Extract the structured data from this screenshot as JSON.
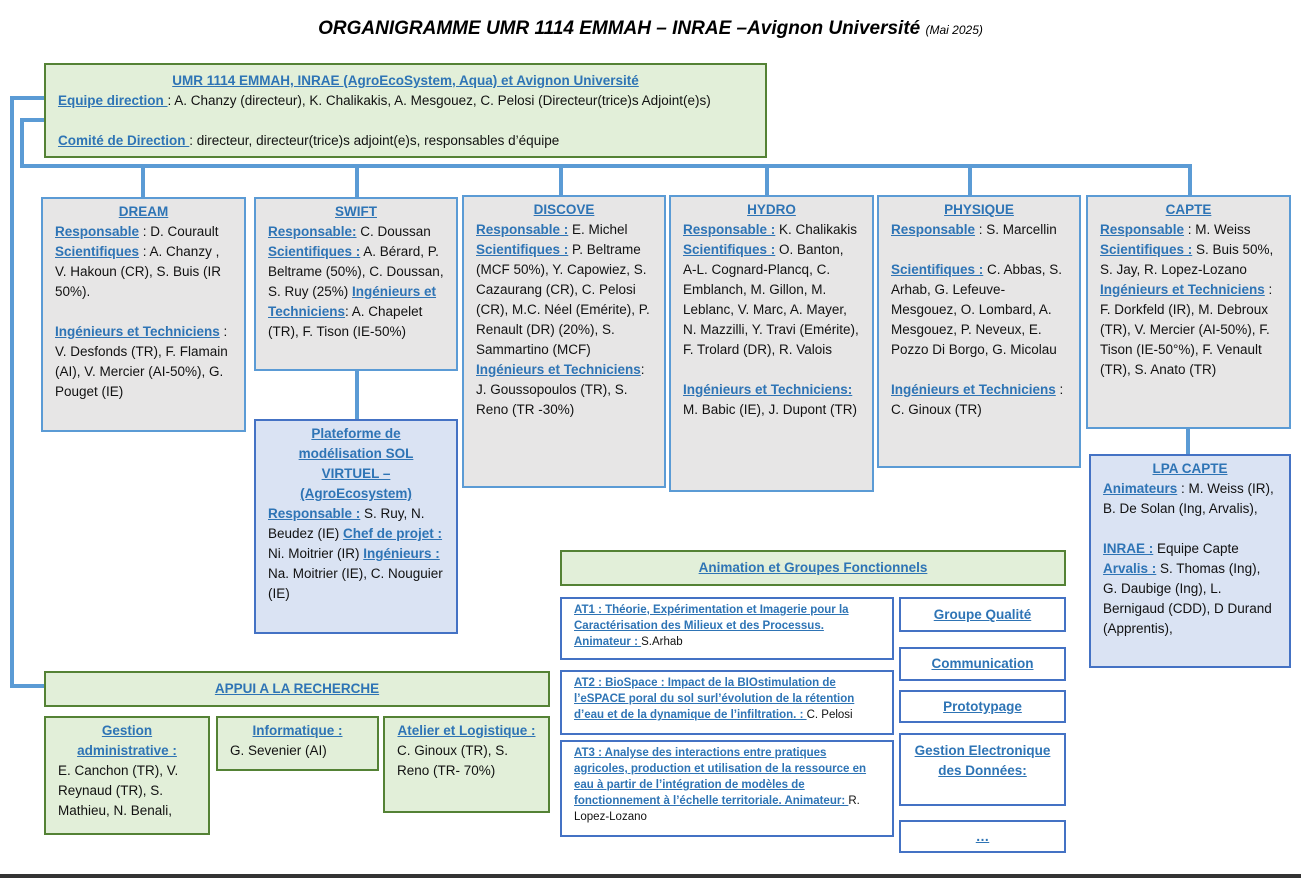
{
  "title": {
    "main": "ORGANIGRAMME UMR 1114 EMMAH – INRAE –Avignon Université",
    "date": "(Mai 2025)"
  },
  "boxes": [
    {
      "id": "umr",
      "head": "UMR 1114 EMMAH, INRAE (AgroEcoSystem, Aqua) et Avignon Université",
      "paras": [
        [
          {
            "l": "Equipe direction "
          },
          {
            "t": " : A. Chanzy (directeur), K. Chalikakis, A. Mesgouez, C. Pelosi (Directeur(trice)s Adjoint(e)s)"
          }
        ],
        [
          {
            "l": "Comité de Direction "
          },
          {
            "t": ": directeur, directeur(trice)s adjoint(e)s, responsables d’équipe"
          }
        ]
      ]
    },
    {
      "id": "dream",
      "head": "DREAM",
      "paras": [
        [
          {
            "l": "Responsable"
          },
          {
            "t": " : D. Courault "
          },
          {
            "l": "Scientifiques"
          },
          {
            "t": " : A. Chanzy , V. Hakoun (CR), S. Buis (IR 50%)."
          }
        ],
        [
          {
            "l": "Ingénieurs et Techniciens"
          },
          {
            "t": " : V. Desfonds (TR), F. Flamain (AI), V. Mercier (AI-50%), G. Pouget (IE)"
          }
        ]
      ]
    },
    {
      "id": "swift",
      "head": "SWIFT",
      "paras": [
        [
          {
            "l": "Responsable:"
          },
          {
            "t": " C. Doussan "
          },
          {
            "l": "Scientifiques :"
          },
          {
            "t": " A. Bérard, P. Beltrame (50%), C. Doussan, S. Ruy (25%) "
          },
          {
            "l": "Ingénieurs et Techniciens"
          },
          {
            "t": ": A. Chapelet (TR), F. Tison (IE-50%)"
          }
        ]
      ]
    },
    {
      "id": "discove",
      "head": "DISCOVE",
      "paras": [
        [
          {
            "l": "Responsable :"
          },
          {
            "t": " E. Michel "
          },
          {
            "l": "Scientifiques :"
          },
          {
            "t": " P. Beltrame (MCF 50%), Y. Capowiez, S. Cazaurang (CR), C. Pelosi (CR), M.C. Néel (Emérite), P. Renault (DR) (20%), S. Sammartino (MCF) "
          },
          {
            "l": "Ingénieurs et Techniciens"
          },
          {
            "t": ": J. Goussopoulos (TR), S. Reno (TR -30%)"
          }
        ]
      ]
    },
    {
      "id": "hydro",
      "head": "HYDRO",
      "paras": [
        [
          {
            "l": "Responsable :"
          },
          {
            "t": " K. Chalikakis "
          },
          {
            "l": "Scientifiques :"
          },
          {
            "t": " O. Banton, A-L. Cognard-Plancq, C. Emblanch, M. Gillon, M. Leblanc, V. Marc, A. Mayer, N. Mazzilli, Y. Travi (Emérite), F. Trolard (DR), R. Valois"
          }
        ],
        [
          {
            "l": "Ingénieurs et Techniciens:"
          },
          {
            "t": " M. Babic (IE), J. Dupont (TR)"
          }
        ]
      ]
    },
    {
      "id": "physique",
      "head": "PHYSIQUE",
      "paras": [
        [
          {
            "l": "Responsable"
          },
          {
            "t": " : S. Marcellin"
          }
        ],
        [
          {
            "l": "Scientifiques :"
          },
          {
            "t": " C. Abbas, S. Arhab, G. Lefeuve-Mesgouez, O. Lombard, A. Mesgouez, P. Neveux, E. Pozzo Di Borgo, G. Micolau"
          }
        ],
        [
          {
            "l": "Ingénieurs et Techniciens"
          },
          {
            "t": " : C. Ginoux (TR)"
          }
        ]
      ]
    },
    {
      "id": "capte",
      "head": "CAPTE",
      "paras": [
        [
          {
            "l": "Responsable"
          },
          {
            "t": " : M. Weiss "
          },
          {
            "l": "Scientifiques :"
          },
          {
            "t": " S. Buis 50%, S. Jay, R. Lopez-Lozano "
          },
          {
            "l": "Ingénieurs et Techniciens"
          },
          {
            "t": " : F. Dorkfeld (IR), M. Debroux (TR), V. Mercier (AI-50%), F. Tison (IE-50°%), F. Venault (TR), S. Anato (TR)"
          }
        ]
      ]
    },
    {
      "id": "plateforme",
      "head": "Plateforme de modélisation SOL VIRTUEL – (AgroEcosystem)",
      "paras": [
        [
          {
            "l": "Responsable :"
          },
          {
            "t": " S. Ruy, N. Beudez (IE) "
          },
          {
            "l": "Chef de projet :"
          },
          {
            "t": " Ni. Moitrier (IR) "
          },
          {
            "l": "Ingénieurs :"
          },
          {
            "t": " Na. Moitrier (IE), C. Nouguier (IE)"
          }
        ]
      ]
    },
    {
      "id": "lpa",
      "head": "LPA CAPTE",
      "paras": [
        [
          {
            "l": "Animateurs"
          },
          {
            "t": " : M. Weiss (IR), B. De Solan (Ing, Arvalis),"
          }
        ],
        [
          {
            "l": "INRAE :"
          },
          {
            "t": " Equipe Capte "
          },
          {
            "l": "Arvalis :"
          },
          {
            "t": " S. Thomas (Ing), G. Daubige (Ing), L. Bernigaud (CDD), D Durand (Apprentis),"
          }
        ]
      ]
    },
    {
      "id": "appui",
      "head": "APPUI A LA RECHERCHE",
      "paras": []
    },
    {
      "id": "gestion",
      "head": "Gestion administrative :",
      "paras": [
        [
          {
            "t": "E. Canchon (TR), V. Reynaud (TR), S. Mathieu, N. Benali,"
          }
        ]
      ]
    },
    {
      "id": "info",
      "head": "Informatique :",
      "paras": [
        [
          {
            "t": "G. Sevenier (AI)"
          }
        ]
      ]
    },
    {
      "id": "atelier",
      "head": "Atelier et Logistique :",
      "paras": [
        [
          {
            "t": "C. Ginoux (TR), S. Reno (TR- 70%)"
          }
        ]
      ]
    },
    {
      "id": "animation",
      "head": "Animation et Groupes Fonctionnels",
      "paras": []
    },
    {
      "id": "at1",
      "head": "",
      "paras": [
        [
          {
            "l": "AT1 :  Théorie, Expérimentation et Imagerie pour la Caractérisation des Milieux et des Processus. Animateur : "
          },
          {
            "t": "S.Arhab"
          }
        ]
      ]
    },
    {
      "id": "at2",
      "head": "",
      "paras": [
        [
          {
            "l": "AT2 :   BioSpace : Impact de la BIOstimulation de l’eSPACE poral du sol surl’évolution de la rétention d’eau et de la dynamique de l’infiltration.  : "
          },
          {
            "t": "C. Pelosi"
          }
        ]
      ]
    },
    {
      "id": "at3",
      "head": "",
      "paras": [
        [
          {
            "l": "AT3 : Analyse des interactions entre pratiques agricoles, production et utilisation de la ressource en eau à partir de l’intégration de modèles de fonctionnement à l’échelle territoriale. Animateur: "
          },
          {
            "t": "R. Lopez-Lozano"
          }
        ]
      ]
    },
    {
      "id": "qualite",
      "head": "Groupe Qualité",
      "paras": []
    },
    {
      "id": "communication",
      "head": "Communication",
      "paras": []
    },
    {
      "id": "prototypage",
      "head": "Prototypage",
      "paras": []
    },
    {
      "id": "ged",
      "head": "Gestion Electronique des Données:",
      "paras": []
    },
    {
      "id": "more",
      "head": "…",
      "paras": []
    }
  ],
  "colors": {
    "accent": "#2e74b5",
    "line": "#5b9bd5"
  }
}
